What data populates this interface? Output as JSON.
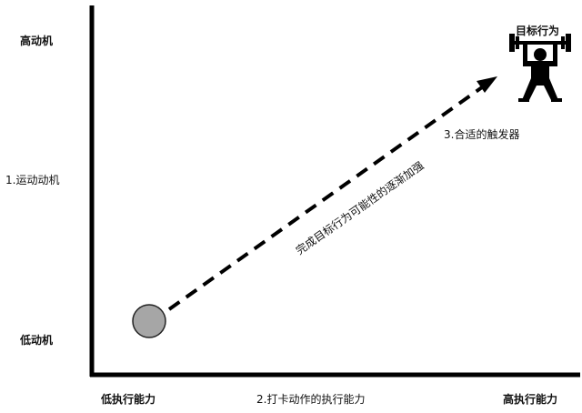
{
  "y_axis": {
    "high_label": "高动机",
    "title": "1.运动动机",
    "low_label": "低动机"
  },
  "x_axis": {
    "low_label": "低执行能力",
    "title": "2.打卡动作的执行能力",
    "high_label": "高执行能力"
  },
  "arrow_label": "完成目标行为可能性的逐渐加强",
  "trigger_label": "3.合适的触发器",
  "target": {
    "label": "目标行为",
    "icon": "weightlifter-icon"
  },
  "start_marker": {
    "shape": "circle",
    "color": "#a6a6a6"
  },
  "colors": {
    "axis": "#000000",
    "arrow": "#000000",
    "text": "#111111"
  }
}
